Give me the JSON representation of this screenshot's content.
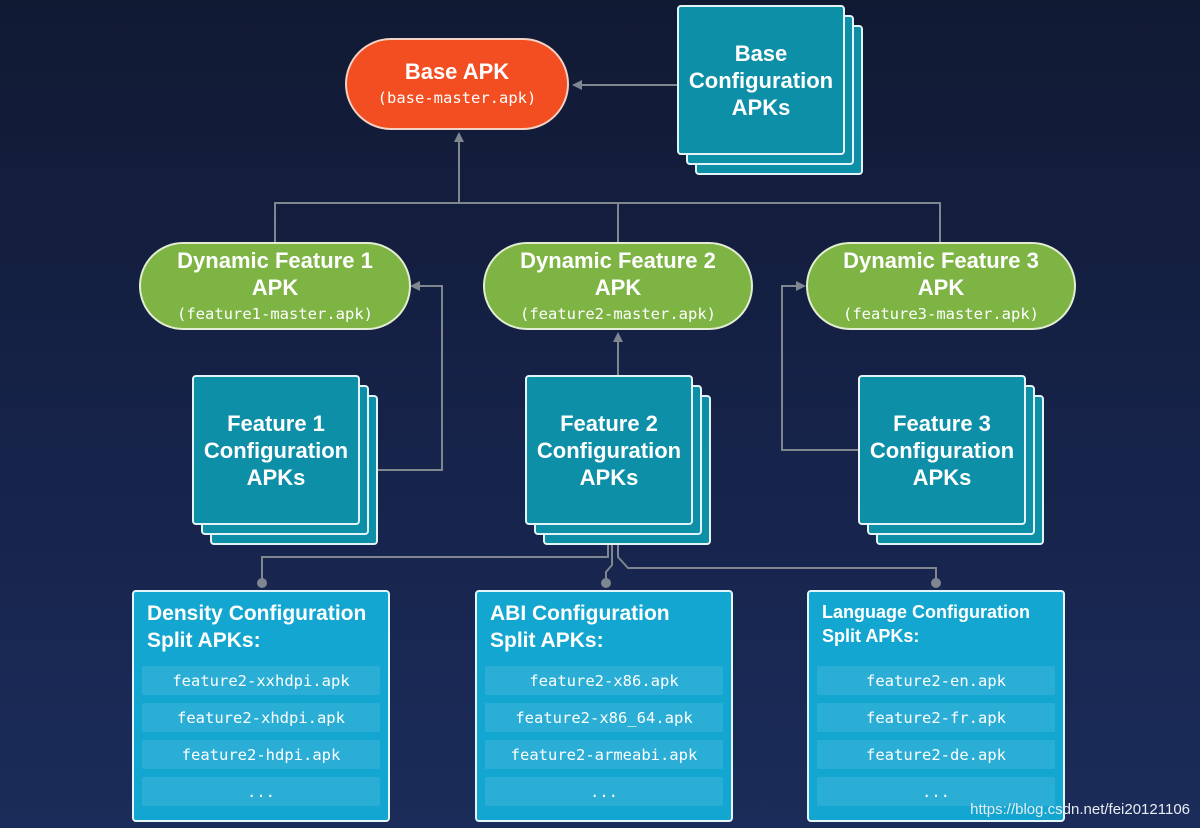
{
  "base_apk": {
    "title": "Base APK",
    "file": "(base-master.apk)"
  },
  "base_config": {
    "label": "Base\nConfiguration\nAPKs"
  },
  "features": [
    {
      "title": "Dynamic Feature 1",
      "subtitle": "APK",
      "file": "(feature1-master.apk)"
    },
    {
      "title": "Dynamic Feature 2",
      "subtitle": "APK",
      "file": "(feature2-master.apk)"
    },
    {
      "title": "Dynamic Feature 3",
      "subtitle": "APK",
      "file": "(feature3-master.apk)"
    }
  ],
  "feature_configs": [
    {
      "label": "Feature 1\nConfiguration\nAPKs"
    },
    {
      "label": "Feature 2\nConfiguration\nAPKs"
    },
    {
      "label": "Feature 3\nConfiguration\nAPKs"
    }
  ],
  "splits": [
    {
      "title": "Density Configuration\nSplit APKs:",
      "items": [
        "feature2-xxhdpi.apk",
        "feature2-xhdpi.apk",
        "feature2-hdpi.apk",
        "..."
      ]
    },
    {
      "title": "ABI Configuration\nSplit APKs:",
      "items": [
        "feature2-x86.apk",
        "feature2-x86_64.apk",
        "feature2-armeabi.apk",
        "..."
      ]
    },
    {
      "title": "Language Configuration\nSplit APKs:",
      "items": [
        "feature2-en.apk",
        "feature2-fr.apk",
        "feature2-de.apk",
        "..."
      ]
    }
  ],
  "watermark": "https://blog.csdn.net/fei20121106",
  "colors": {
    "base": "#f24e22",
    "feature": "#7db443",
    "config": "#0e8fa8",
    "split": "#13a6d0",
    "connector": "#7f8690"
  }
}
